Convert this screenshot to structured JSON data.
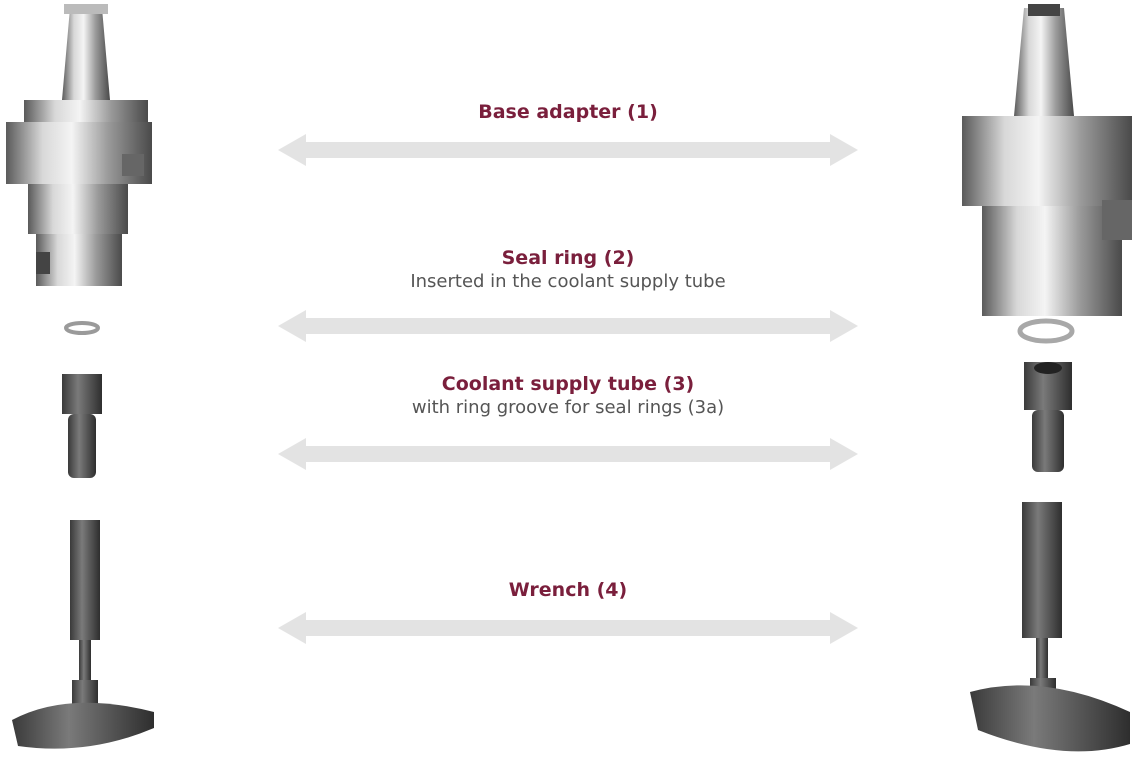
{
  "rows": [
    {
      "title": "Base adapter (1)",
      "subtitle": ""
    },
    {
      "title": "Seal ring (2)",
      "subtitle": "Inserted in the coolant supply tube"
    },
    {
      "title": "Coolant supply tube (3)",
      "subtitle": "with ring groove for seal rings (3a)"
    },
    {
      "title": "Wrench (4)",
      "subtitle": ""
    }
  ],
  "colors": {
    "title": "#7a1f3c",
    "subtitle": "#555555",
    "arrow": "#e3e3e3"
  },
  "icons": {
    "left": [
      "base-adapter-left-icon",
      "seal-ring-left-icon",
      "coolant-tube-left-icon",
      "wrench-left-icon"
    ],
    "right": [
      "base-adapter-right-icon",
      "seal-ring-right-icon",
      "coolant-tube-right-icon",
      "wrench-right-icon"
    ]
  }
}
